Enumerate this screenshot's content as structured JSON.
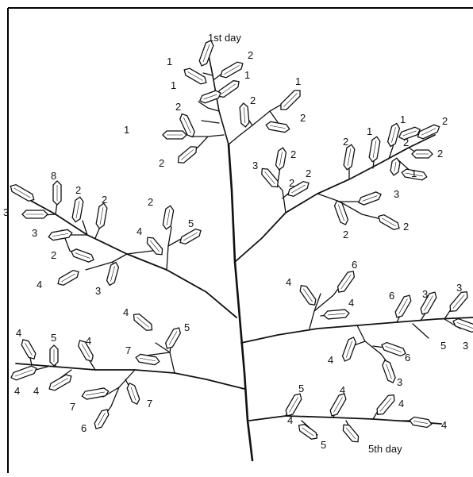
{
  "figure": {
    "day_labels": {
      "first": "1st day",
      "fifth": "5th day"
    },
    "colors": {
      "ink": "#111111",
      "background": "#ffffff",
      "frame": "#000000"
    },
    "spikelet_labels": [
      "1",
      "2",
      "1",
      "1",
      "2",
      "1",
      "2",
      "1",
      "2",
      "2",
      "1",
      "2",
      "2",
      "1",
      "2",
      "2",
      "1",
      "2",
      "3",
      "2",
      "2",
      "2",
      "3",
      "2",
      "2",
      "8",
      "2",
      "2",
      "3",
      "3",
      "2",
      "5",
      "4",
      "4",
      "3",
      "4",
      "6",
      "4",
      "6",
      "3",
      "3",
      "4",
      "6",
      "5",
      "3",
      "3",
      "4",
      "5",
      "4",
      "4",
      "4",
      "4",
      "5",
      "7",
      "7",
      "7",
      "6",
      "5",
      "4",
      "4",
      "5",
      "4",
      "4"
    ]
  }
}
